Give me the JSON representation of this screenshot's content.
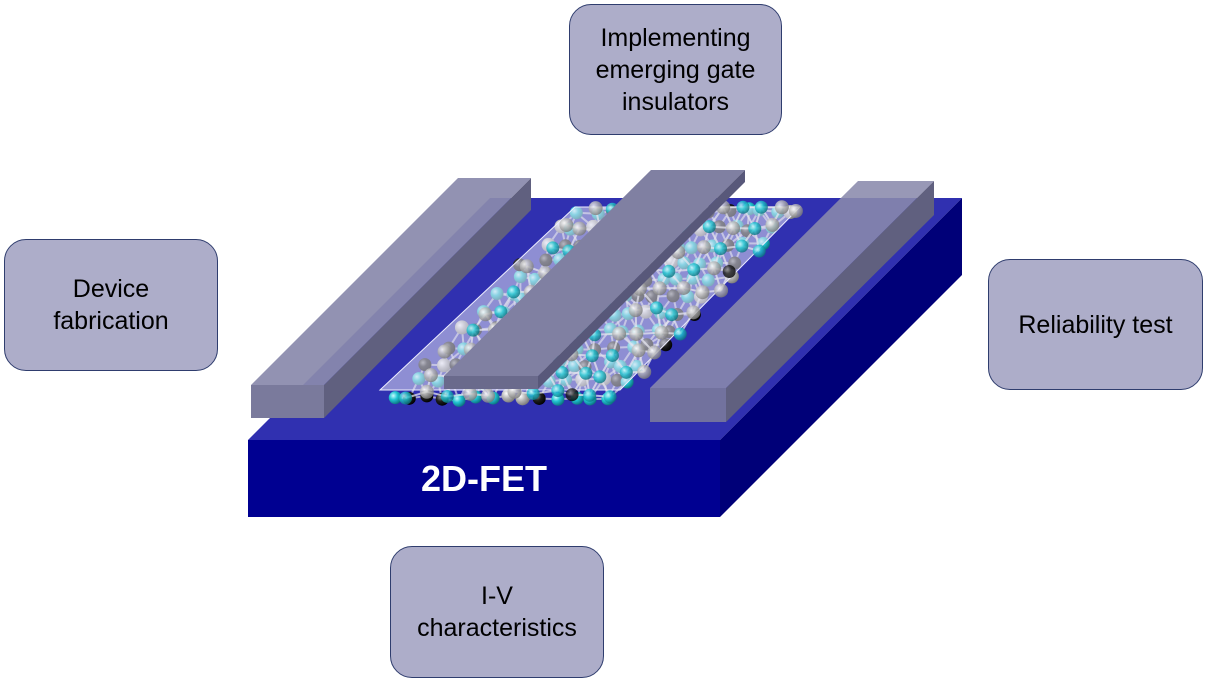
{
  "callouts": {
    "top": {
      "line1": "Implementing",
      "line2": "emerging gate",
      "line3": "insulators"
    },
    "left": {
      "line1": "Device",
      "line2": "fabrication"
    },
    "right": {
      "line1": "Reliability test"
    },
    "bottom": {
      "line1": "I-V",
      "line2": "characteristics"
    }
  },
  "device": {
    "label": "2D-FET"
  },
  "colors": {
    "callout_fill": "#adadc9",
    "callout_border": "#2f3d6e",
    "substrate_front": "#000091",
    "substrate_top": "#3030b0",
    "substrate_side": "#000078",
    "electrode_top": "#8a8aac",
    "electrode_front": "#7a7a9c",
    "electrode_side": "#60607f",
    "atom_cyan": "#22c5d2",
    "atom_black": "#1a1a1a",
    "atom_gray": "#aaaaaa"
  }
}
